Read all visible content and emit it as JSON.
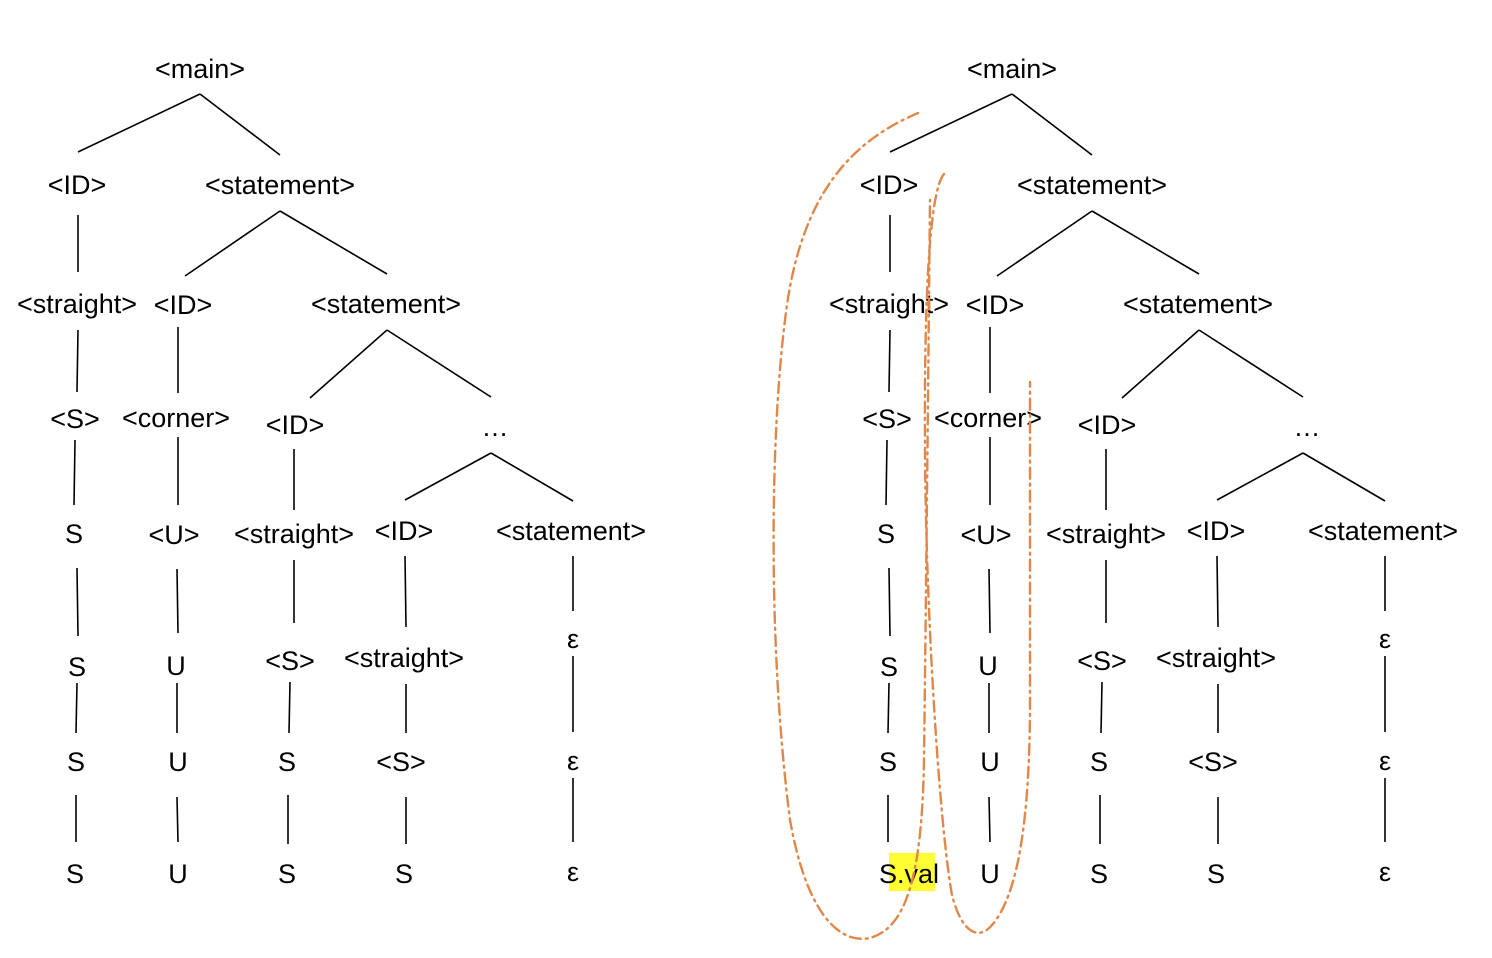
{
  "trees": [
    {
      "id": "left",
      "nodes": [
        {
          "id": "main",
          "label": "<main>"
        },
        {
          "id": "id1",
          "label": "<ID>"
        },
        {
          "id": "st1",
          "label": "<statement>"
        },
        {
          "id": "straight1",
          "label": "<straight>"
        },
        {
          "id": "s1",
          "label": "<S>"
        },
        {
          "id": "s1a",
          "label": "S"
        },
        {
          "id": "s1b",
          "label": "S"
        },
        {
          "id": "s1c",
          "label": "S"
        },
        {
          "id": "s1d",
          "label": "S"
        },
        {
          "id": "id2",
          "label": "<ID>"
        },
        {
          "id": "st2",
          "label": "<statement>"
        },
        {
          "id": "corner",
          "label": "<corner>"
        },
        {
          "id": "u",
          "label": "<U>"
        },
        {
          "id": "ua",
          "label": "U"
        },
        {
          "id": "ub",
          "label": "U"
        },
        {
          "id": "uc",
          "label": "U"
        },
        {
          "id": "id3",
          "label": "<ID>"
        },
        {
          "id": "dots",
          "label": "…"
        },
        {
          "id": "straight3",
          "label": "<straight>"
        },
        {
          "id": "s3",
          "label": "<S>"
        },
        {
          "id": "s3a",
          "label": "S"
        },
        {
          "id": "s3b",
          "label": "S"
        },
        {
          "id": "id4",
          "label": "<ID>"
        },
        {
          "id": "st4",
          "label": "<statement>"
        },
        {
          "id": "straight4",
          "label": "<straight>"
        },
        {
          "id": "s4",
          "label": "<S>"
        },
        {
          "id": "s4a",
          "label": "S"
        },
        {
          "id": "eps1",
          "label": "ε"
        },
        {
          "id": "eps2",
          "label": "ε"
        },
        {
          "id": "eps3",
          "label": "ε"
        }
      ]
    },
    {
      "id": "right",
      "nodes": [
        {
          "id": "main",
          "label": "<main>"
        },
        {
          "id": "id1",
          "label": "<ID>"
        },
        {
          "id": "st1",
          "label": "<statement>"
        },
        {
          "id": "straight1",
          "label": "<straight>"
        },
        {
          "id": "s1",
          "label": "<S>"
        },
        {
          "id": "s1a",
          "label": "S"
        },
        {
          "id": "s1b",
          "label": "S"
        },
        {
          "id": "s1c",
          "label": "S"
        },
        {
          "id": "s1d",
          "label": "S",
          "suffix": ".val"
        },
        {
          "id": "id2",
          "label": "<ID>"
        },
        {
          "id": "st2",
          "label": "<statement>"
        },
        {
          "id": "corner",
          "label": "<corner>"
        },
        {
          "id": "u",
          "label": "<U>"
        },
        {
          "id": "ua",
          "label": "U"
        },
        {
          "id": "ub",
          "label": "U"
        },
        {
          "id": "uc",
          "label": "U"
        },
        {
          "id": "id3",
          "label": "<ID>"
        },
        {
          "id": "dots",
          "label": "…"
        },
        {
          "id": "straight3",
          "label": "<straight>"
        },
        {
          "id": "s3",
          "label": "<S>"
        },
        {
          "id": "s3a",
          "label": "S"
        },
        {
          "id": "s3b",
          "label": "S"
        },
        {
          "id": "id4",
          "label": "<ID>"
        },
        {
          "id": "st4",
          "label": "<statement>"
        },
        {
          "id": "straight4",
          "label": "<straight>"
        },
        {
          "id": "s4",
          "label": "<S>"
        },
        {
          "id": "s4a",
          "label": "S"
        },
        {
          "id": "eps1",
          "label": "ε"
        },
        {
          "id": "eps2",
          "label": "ε"
        },
        {
          "id": "eps3",
          "label": "ε"
        }
      ]
    }
  ],
  "colors": {
    "text": "#000000",
    "edge": "#000000",
    "highlight": "#ffff33",
    "scope_outline": "#e0874a"
  }
}
